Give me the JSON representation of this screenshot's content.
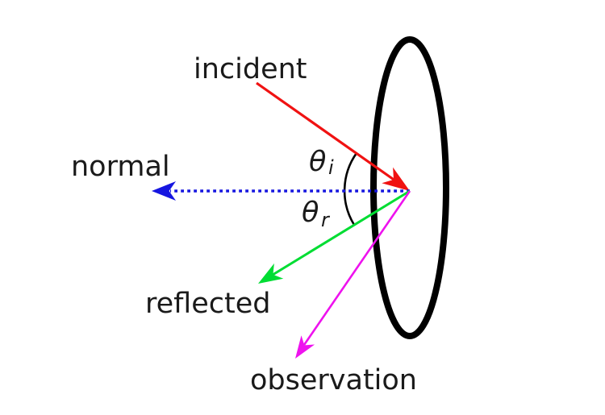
{
  "figure": {
    "background_color": "#ffffff",
    "labels": {
      "incident": "incident",
      "normal": "normal",
      "reflected": "reflected",
      "observation": "observation",
      "theta_symbol": "θ",
      "theta_i_subscript": "i",
      "theta_r_subscript": "r"
    },
    "colors": {
      "incident_ray": "#f01212",
      "normal_ray": "#1616e0",
      "reflected_ray": "#00dd33",
      "observation_ray": "#ee12ee",
      "surface_ellipse": "#000000",
      "angle_arc": "#000000",
      "text": "#1a1a1a"
    }
  }
}
